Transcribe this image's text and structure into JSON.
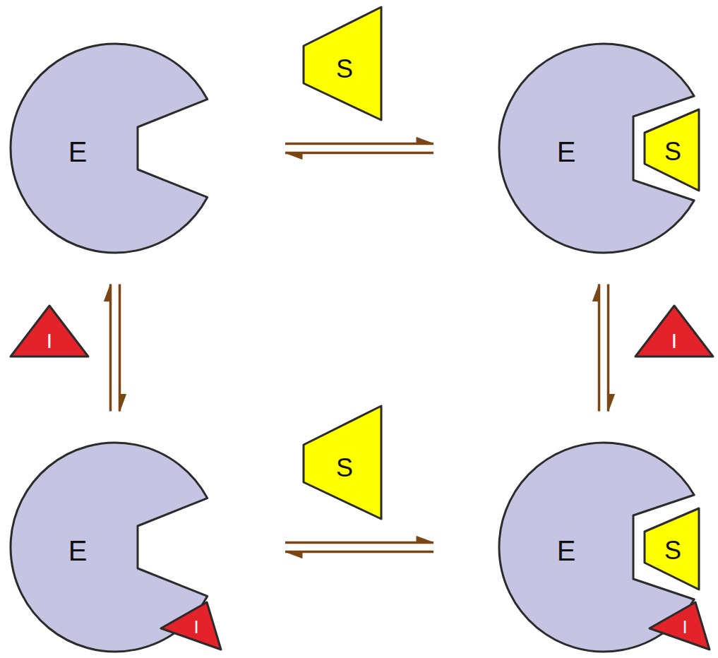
{
  "diagram": {
    "nodes": [
      {
        "text": [
          "E"
        ]
      },
      {
        "text": [
          "S"
        ]
      },
      {
        "text": [
          "E"
        ]
      },
      {
        "text": [
          "S"
        ],
        "in": 2
      },
      {
        "text": [
          "I"
        ]
      },
      {
        "text": [
          "I"
        ]
      },
      {
        "text": [
          "E"
        ]
      },
      {
        "text": [
          "I"
        ],
        "in": 6
      },
      {
        "text": [
          "S"
        ]
      },
      {
        "text": [
          "E"
        ]
      },
      {
        "text": [
          "S"
        ],
        "in": 9
      },
      {
        "text": [
          "I"
        ],
        "in": 9
      }
    ],
    "edges": [
      {
        "from": 0,
        "to": 2,
        "arrow": "both"
      },
      {
        "from": 0,
        "to": 6,
        "arrow": "both"
      },
      {
        "from": 2,
        "to": 9,
        "arrow": "both"
      },
      {
        "from": 6,
        "to": 9,
        "arrow": "both"
      }
    ]
  }
}
